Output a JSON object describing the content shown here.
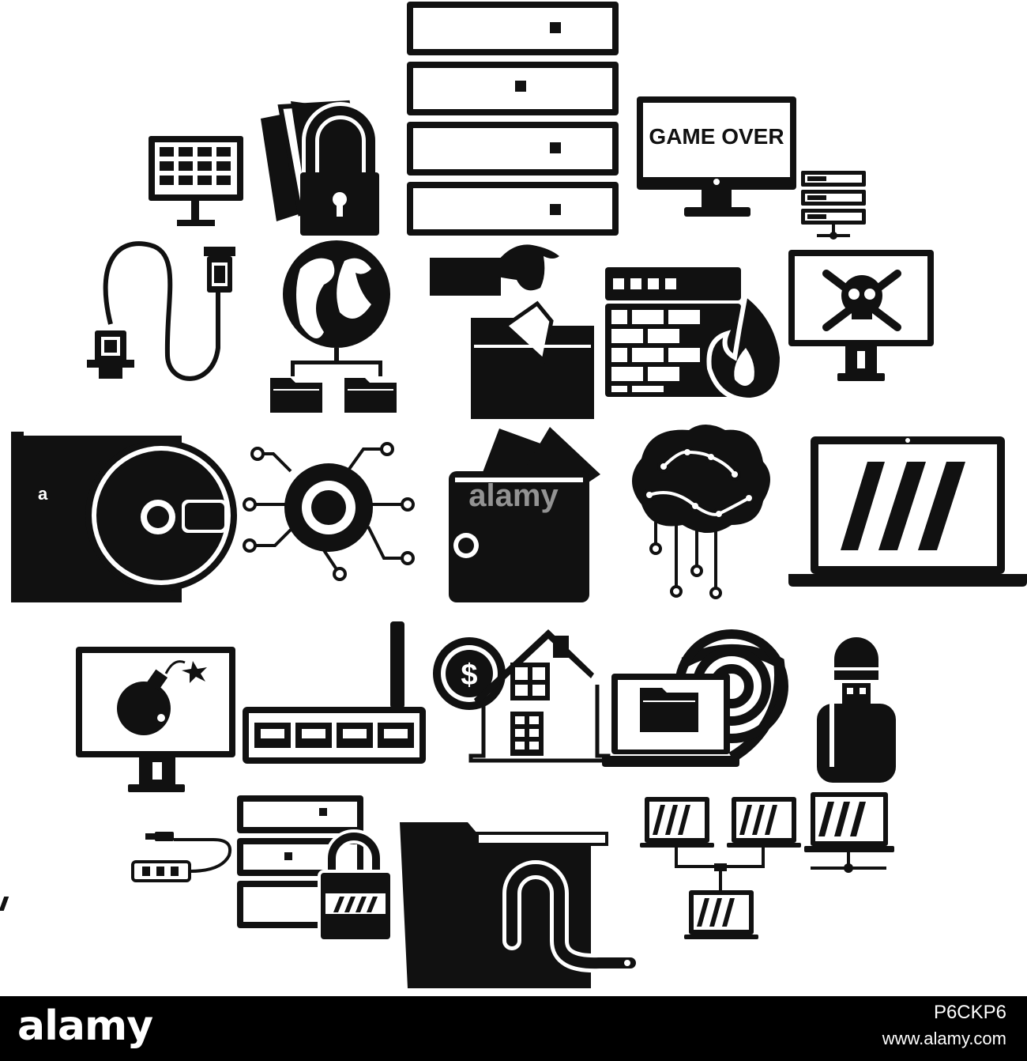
{
  "icons": [
    {
      "name": "server-rack-icon"
    },
    {
      "name": "monitor-folder-grid-icon"
    },
    {
      "name": "locked-documents-icon"
    },
    {
      "name": "game-over-monitor-icon",
      "screen_text": "GAME OVER"
    },
    {
      "name": "small-server-network-icon"
    },
    {
      "name": "vga-cable-icon"
    },
    {
      "name": "globe-folder-network-icon"
    },
    {
      "name": "hand-stealing-folder-icon"
    },
    {
      "name": "firewall-server-icon"
    },
    {
      "name": "skull-crossbones-monitor-icon"
    },
    {
      "name": "cd-drive-icon"
    },
    {
      "name": "eye-circuit-icon"
    },
    {
      "name": "wallet-money-icon"
    },
    {
      "name": "brain-circuit-icon"
    },
    {
      "name": "laptop-icon"
    },
    {
      "name": "bomb-monitor-icon"
    },
    {
      "name": "router-icon"
    },
    {
      "name": "house-dollar-icon",
      "coin_text": "$"
    },
    {
      "name": "laptop-folder-wifi-icon"
    },
    {
      "name": "usb-flash-drive-icon"
    },
    {
      "name": "usb-hub-icon"
    },
    {
      "name": "locked-server-icon"
    },
    {
      "name": "folder-worm-icon"
    },
    {
      "name": "laptop-network-icon"
    }
  ],
  "watermark": {
    "brand": "alamy",
    "image_id": "P6CKP6",
    "site": "www.alamy.com"
  },
  "colors": {
    "icon": "#111111",
    "background": "#ffffff",
    "footer": "#000000"
  }
}
